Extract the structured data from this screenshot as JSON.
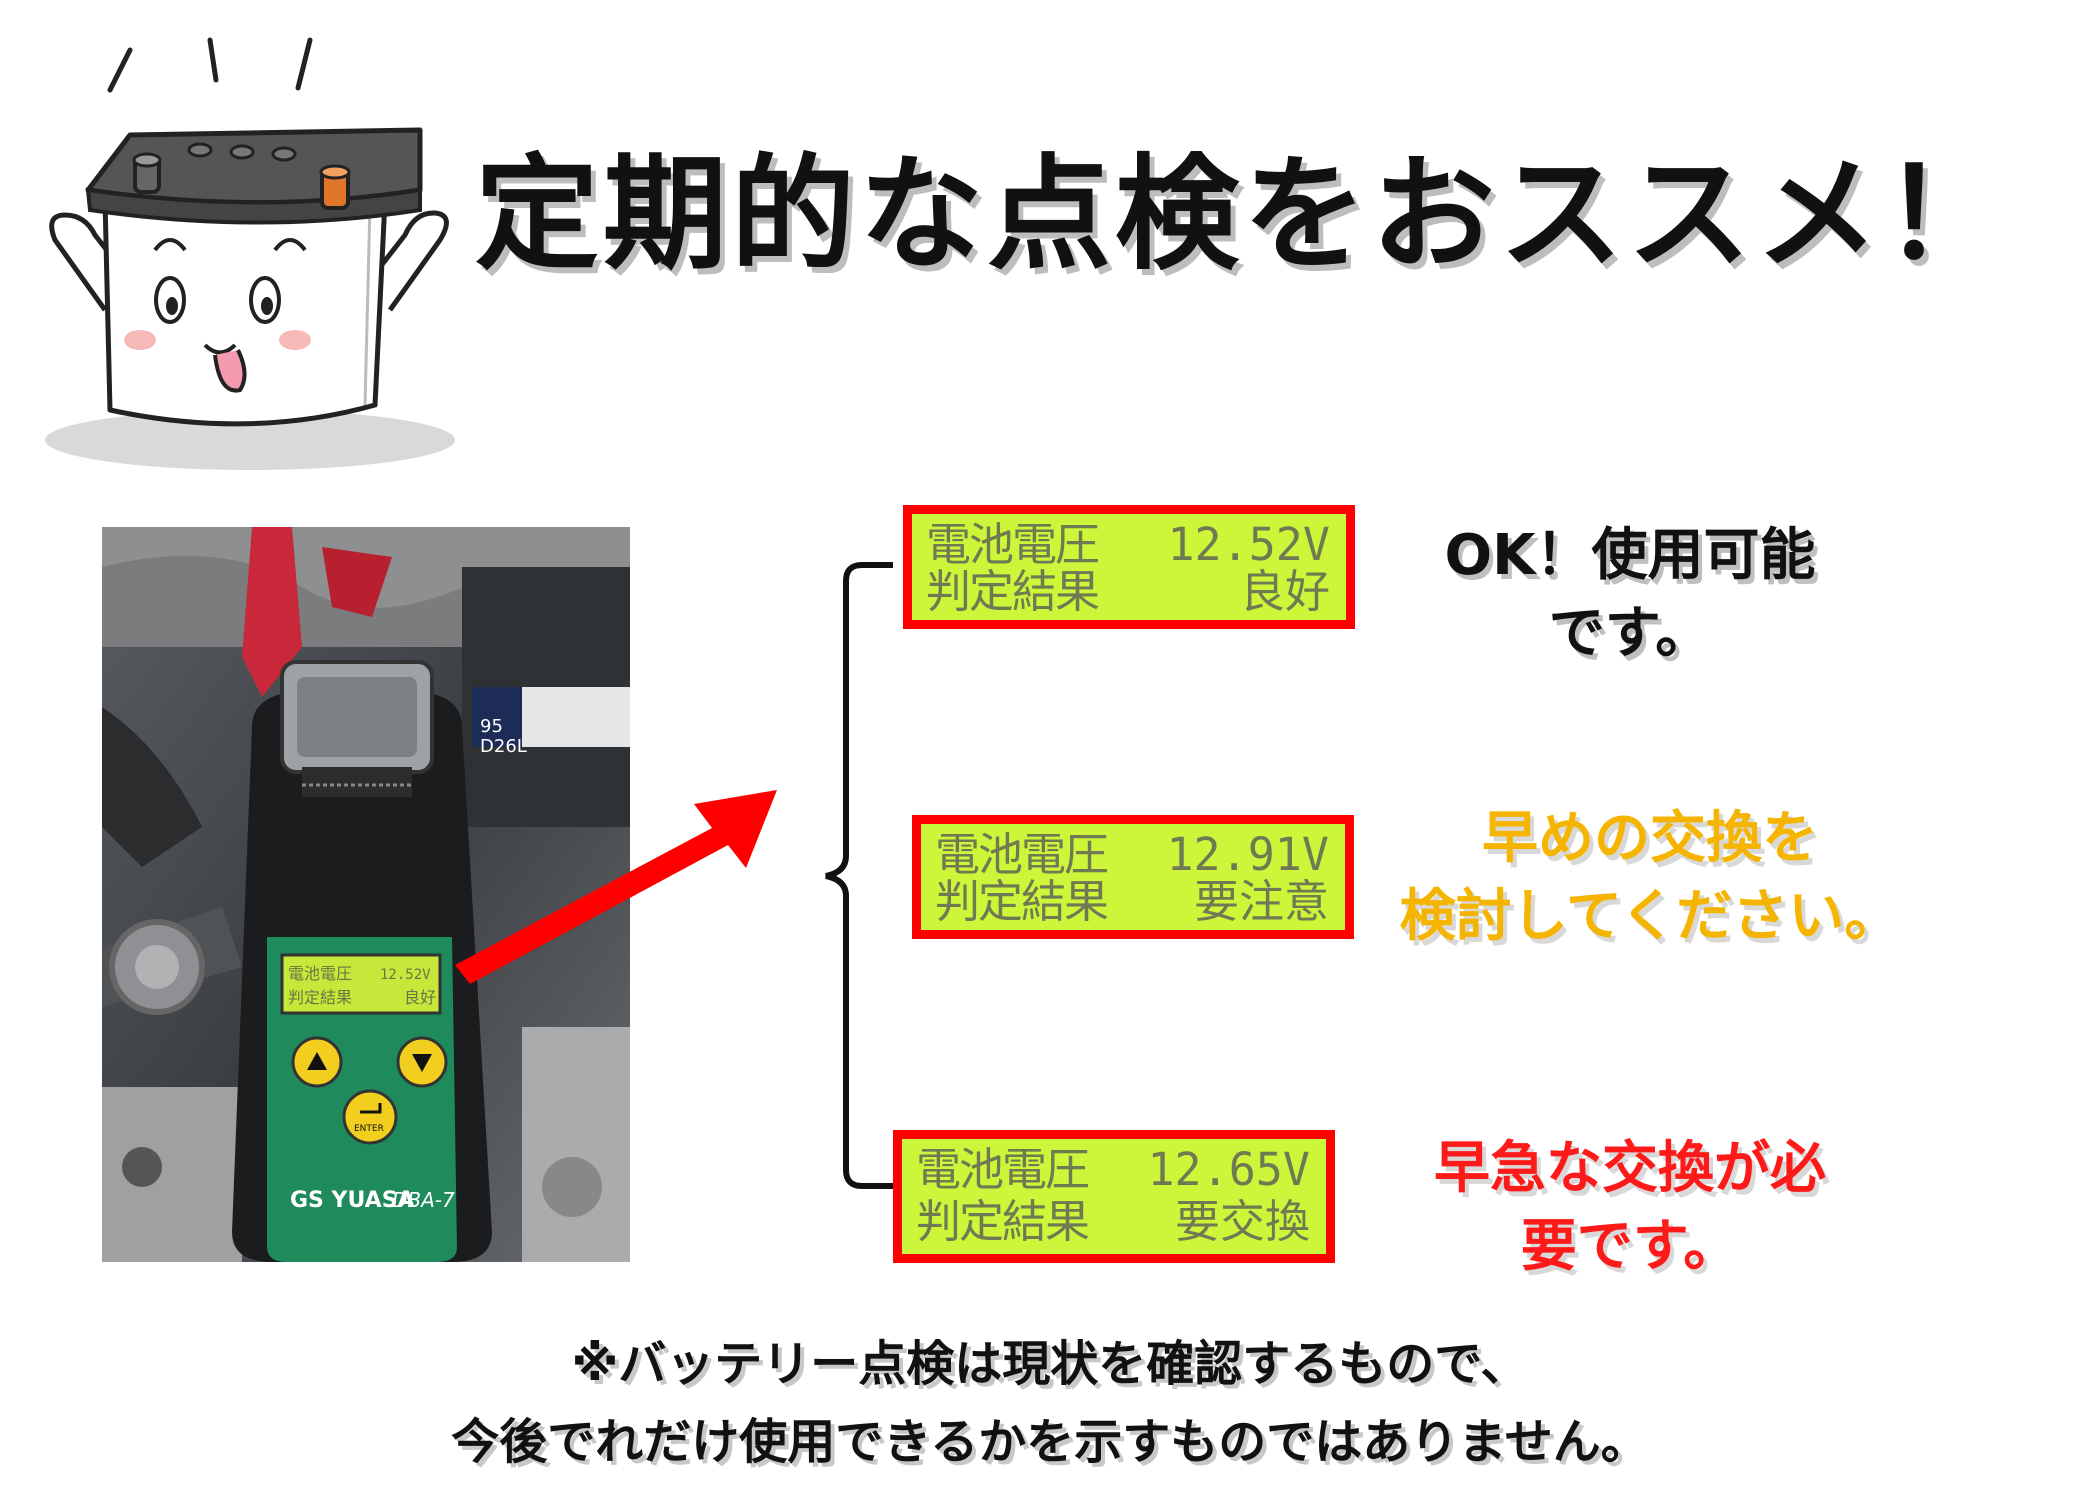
{
  "title": "定期的な点検をおススメ！",
  "mascot": {
    "icon": "battery-mascot-icon"
  },
  "photo": {
    "icon": "battery-tester-photo",
    "tester_brand": "GS YUASA",
    "tester_model": "DBA-7",
    "screen_line1_label": "電池電圧",
    "screen_line1_value": "12.52V",
    "screen_line2_label": "判定結果",
    "screen_line2_value": "良好",
    "battery_label_line1": "95",
    "battery_label_line2": "D26L",
    "enter_label": "ENTER"
  },
  "results": [
    {
      "voltage_label": "電池電圧",
      "voltage": "12.52V",
      "judgement_label": "判定結果",
      "judgement": "良好",
      "message_line1": "OK！使用可能",
      "message_line2": "です。",
      "message_color": "#111111"
    },
    {
      "voltage_label": "電池電圧",
      "voltage": "12.91V",
      "judgement_label": "判定結果",
      "judgement": "要注意",
      "message_line1": "早めの交換を",
      "message_line2": "検討してください。",
      "message_color": "#f5b400"
    },
    {
      "voltage_label": "電池電圧",
      "voltage": "12.65V",
      "judgement_label": "判定結果",
      "judgement": "要交換",
      "message_line1": "早急な交換が必",
      "message_line2": "要です。",
      "message_color": "#ff1a1a"
    }
  ],
  "note": {
    "line1": "※バッテリー点検は現状を確認するもので、",
    "line2": "今後でれだけ使用できるかを示すものではありません。"
  },
  "colors": {
    "lcd_border": "#ff0000",
    "lcd_background": "#cdf53a",
    "arrow": "#ff0000",
    "tester_green": "#1e8a5c"
  }
}
